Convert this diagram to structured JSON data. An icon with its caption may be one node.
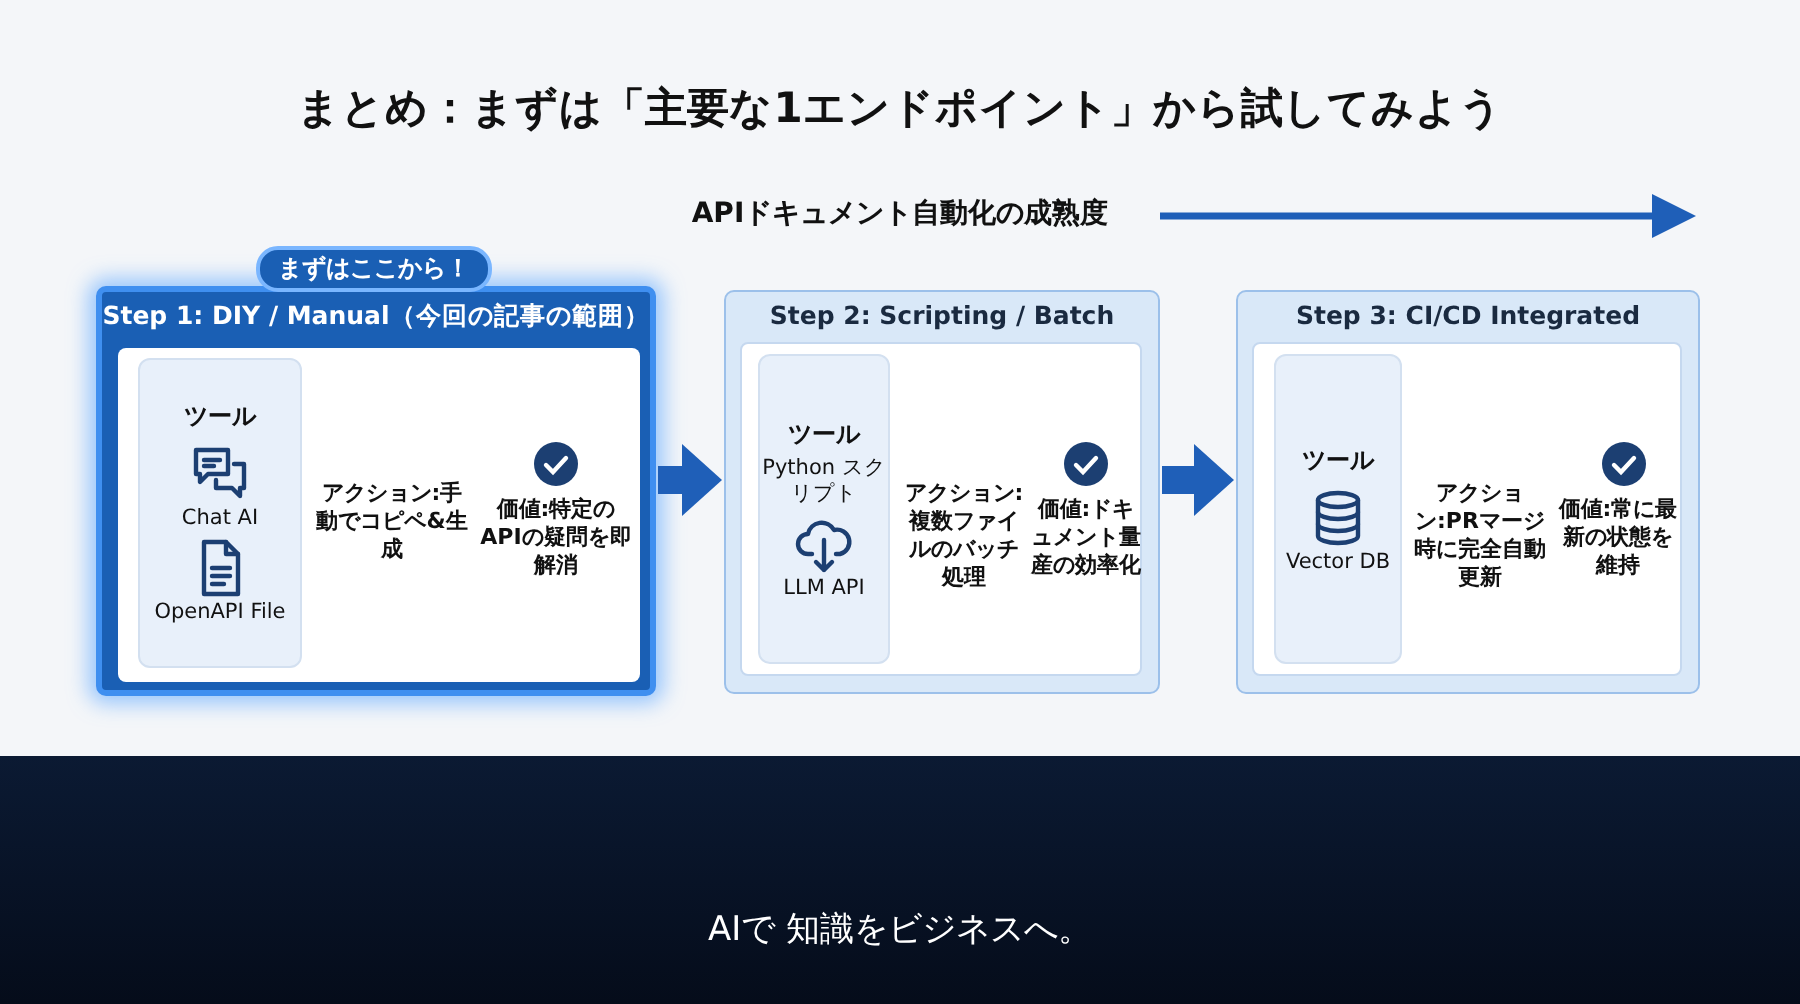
{
  "diagram": {
    "title": "まとめ：まずは「主要な1エンドポイント」から試してみよう",
    "nodes": [
      {
        "text": [
          "Step 1: DIY / Manual（今回の記事の範囲）"
        ]
      },
      {
        "text": [
          "まずはここから！"
        ]
      },
      {
        "text": [
          "ツール",
          "Chat AI",
          "OpenAPI File"
        ],
        "in": 0
      },
      {
        "text": [
          "Step 2: Scripting / Batch"
        ]
      },
      {
        "text": [
          "ツール",
          "Python スクリプト",
          "LLM API"
        ],
        "in": 3
      },
      {
        "text": [
          "Step 3: CI/CD Integrated"
        ]
      },
      {
        "text": [
          "ツール",
          "Vector DB"
        ],
        "in": 5
      }
    ],
    "edges": [
      {
        "from": 0,
        "to": 3,
        "arrow": "to"
      },
      {
        "from": 3,
        "to": 5,
        "arrow": "to"
      }
    ],
    "labels": [
      "APIドキュメント自動化の成熟度",
      "アクション:手動でコピペ&生成",
      "価値:特定のAPIの疑問を即解消",
      "アクション:複数ファイルのバッチ処理",
      "価値:ドキュメント量産の効率化",
      "アクション:PRマージ時に完全自動更新",
      "価値:常に最新の状態を維持",
      "AIで 知識をビジネスへ。"
    ]
  }
}
